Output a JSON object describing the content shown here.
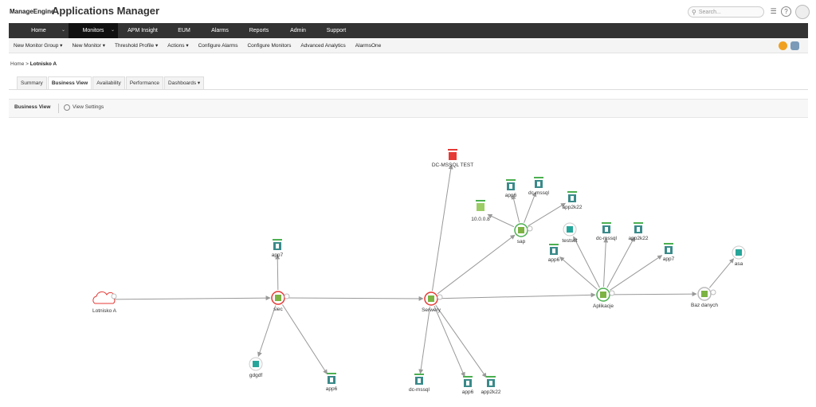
{
  "header": {
    "brand": "ManageEngine",
    "app_title": "Applications Manager",
    "search_placeholder": "Search..."
  },
  "topnav": [
    {
      "label": "Home",
      "has_arrow": true
    },
    {
      "label": "Monitors",
      "has_arrow": true,
      "active": true
    },
    {
      "label": "APM Insight"
    },
    {
      "label": "EUM"
    },
    {
      "label": "Alarms"
    },
    {
      "label": "Reports"
    },
    {
      "label": "Admin"
    },
    {
      "label": "Support"
    }
  ],
  "subnav": [
    "New Monitor Group ▾",
    "New Monitor ▾",
    "Threshold Profile ▾",
    "Actions ▾",
    "Configure Alarms",
    "Configure Monitors",
    "Advanced Analytics",
    "AlarmsOne"
  ],
  "breadcrumb": {
    "home": "Home",
    "separator": " > ",
    "current": "Lotnisko A"
  },
  "tabs": [
    {
      "label": "Summary"
    },
    {
      "label": "Business View",
      "active": true
    },
    {
      "label": "Availability"
    },
    {
      "label": "Performance"
    },
    {
      "label": "Dashboards ▾"
    }
  ],
  "business_view": {
    "title": "Business View",
    "view_settings": "View Settings"
  },
  "graph": {
    "nodes": [
      {
        "id": "lotnisko",
        "label": "Lotnisko A",
        "kind": "cloud"
      },
      {
        "id": "siec",
        "label": "siec",
        "kind": "group-red"
      },
      {
        "id": "app7a",
        "label": "app7",
        "kind": "server"
      },
      {
        "id": "gdgdf",
        "label": "gdgdf",
        "kind": "server-ring"
      },
      {
        "id": "app6a",
        "label": "app6",
        "kind": "server"
      },
      {
        "id": "serwery",
        "label": "Serwery",
        "kind": "group-red"
      },
      {
        "id": "dcmssqltest",
        "label": "DC-MSSQL TEST",
        "kind": "db-red"
      },
      {
        "id": "sap",
        "label": "sap",
        "kind": "group-green"
      },
      {
        "id": "app6b",
        "label": "app6",
        "kind": "server"
      },
      {
        "id": "dcmssql1",
        "label": "dc-mssql",
        "kind": "server"
      },
      {
        "id": "app2k22a",
        "label": "app2k22",
        "kind": "server"
      },
      {
        "id": "ip",
        "label": "10.0.0.8",
        "kind": "ip"
      },
      {
        "id": "dcmssql2",
        "label": "dc-mssql",
        "kind": "server"
      },
      {
        "id": "app6c",
        "label": "app6",
        "kind": "server"
      },
      {
        "id": "app2k22b",
        "label": "app2k22",
        "kind": "server"
      },
      {
        "id": "aplikacje",
        "label": "Aplikacje",
        "kind": "group-green"
      },
      {
        "id": "testset",
        "label": "testset",
        "kind": "server-ring"
      },
      {
        "id": "app6d",
        "label": "app6",
        "kind": "server"
      },
      {
        "id": "dcmssql3",
        "label": "dc-mssql",
        "kind": "server"
      },
      {
        "id": "app2k22c",
        "label": "app2k22",
        "kind": "server"
      },
      {
        "id": "app7b",
        "label": "app7",
        "kind": "server"
      },
      {
        "id": "bazdanych",
        "label": "Baz danych",
        "kind": "group-gray"
      },
      {
        "id": "asa",
        "label": "asa",
        "kind": "server-ring"
      }
    ],
    "edges": [
      [
        "lotnisko",
        "siec"
      ],
      [
        "siec",
        "app7a"
      ],
      [
        "siec",
        "gdgdf"
      ],
      [
        "siec",
        "app6a"
      ],
      [
        "siec",
        "serwery"
      ],
      [
        "serwery",
        "dcmssqltest"
      ],
      [
        "serwery",
        "sap"
      ],
      [
        "serwery",
        "aplikacje"
      ],
      [
        "serwery",
        "dcmssql2"
      ],
      [
        "serwery",
        "app6c"
      ],
      [
        "serwery",
        "app2k22b"
      ],
      [
        "sap",
        "app6b"
      ],
      [
        "sap",
        "dcmssql1"
      ],
      [
        "sap",
        "app2k22a"
      ],
      [
        "sap",
        "ip"
      ],
      [
        "aplikacje",
        "testset"
      ],
      [
        "aplikacje",
        "app6d"
      ],
      [
        "aplikacje",
        "dcmssql3"
      ],
      [
        "aplikacje",
        "app2k22c"
      ],
      [
        "aplikacje",
        "app7b"
      ],
      [
        "aplikacje",
        "bazdanych"
      ],
      [
        "bazdanych",
        "asa"
      ]
    ]
  },
  "colors": {
    "nav_bg": "#333333",
    "nav_active": "#111111",
    "edge": "#999999",
    "ok": "#4caf50",
    "critical": "#e53935"
  }
}
